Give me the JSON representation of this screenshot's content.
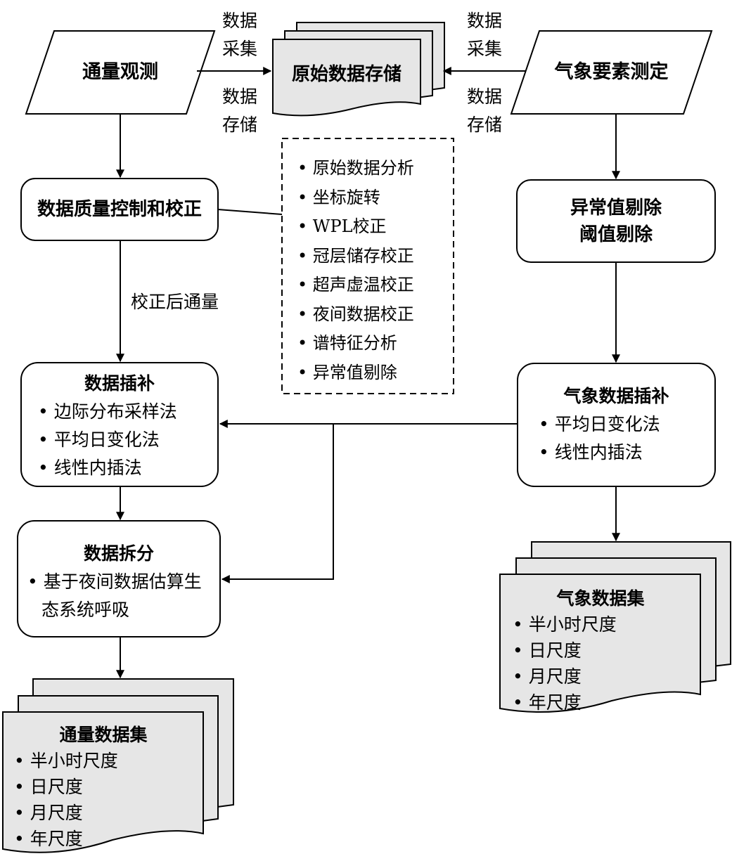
{
  "nodes": {
    "flux_observation": "通量观测",
    "raw_storage": "原始数据存储",
    "met_measurement": "气象要素测定",
    "quality_control": "数据质量控制和校正",
    "outlier_removal": [
      "异常值剔除",
      "阈值剔除"
    ],
    "gap_filling": {
      "title": "数据插补",
      "items": [
        "边际分布采样法",
        "平均日变化法",
        "线性内插法"
      ]
    },
    "met_gap_filling": {
      "title": "气象数据插补",
      "items": [
        "平均日变化法",
        "线性内插法"
      ]
    },
    "partitioning": {
      "title": "数据拆分",
      "items": [
        "基于夜间数据估算生态系统呼吸"
      ]
    },
    "flux_dataset": {
      "title": "通量数据集",
      "items": [
        "半小时尺度",
        "日尺度",
        "月尺度",
        "年尺度"
      ]
    },
    "met_dataset": {
      "title": "气象数据集",
      "items": [
        "半小时尺度",
        "日尺度",
        "月尺度",
        "年尺度"
      ]
    }
  },
  "qc_steps": [
    "原始数据分析",
    "坐标旋转",
    "WPL校正",
    "冠层储存校正",
    "超声虚温校正",
    "夜间数据校正",
    "谱特征分析",
    "异常值剔除"
  ],
  "edge_labels": {
    "left_collect": [
      "数据",
      "采集"
    ],
    "left_store": [
      "数据",
      "存储"
    ],
    "right_collect": [
      "数据",
      "采集"
    ],
    "right_store": [
      "数据",
      "存储"
    ],
    "corrected_flux": "校正后通量"
  },
  "colors": {
    "stroke": "#000000",
    "document_fill": "#e6e6e6",
    "box_fill": "#ffffff"
  }
}
